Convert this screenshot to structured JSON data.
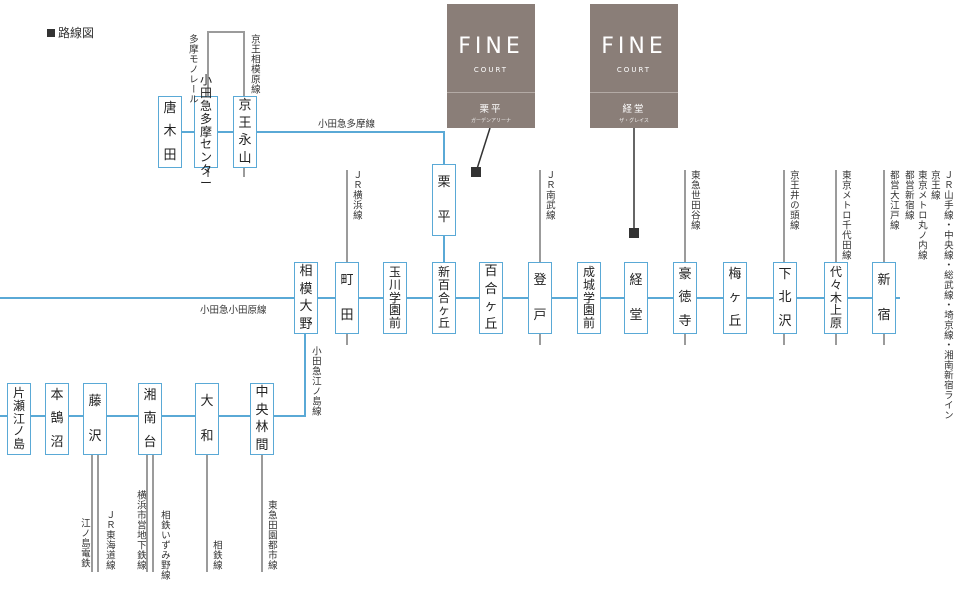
{
  "title": "路線図",
  "brands": [
    {
      "fine": "FINE",
      "court": "COURT",
      "name": "栗平",
      "sub": "ガーデンアリーナ"
    },
    {
      "fine": "FINE",
      "court": "COURT",
      "name": "経堂",
      "sub": "ザ・グレイス"
    }
  ],
  "lines": {
    "odakyu_tama": "小田急多摩線",
    "odakyu_odawara": "小田急小田原線",
    "odakyu_enoshima": "小田急江ノ島線"
  },
  "stations": {
    "karakida": "唐木田",
    "odakyu_tama_center": "小田急多摩センター",
    "keio_nagayama": "京王永山",
    "kurihira": "栗平",
    "sagami_ono": "相模大野",
    "machida": "町田",
    "tamagawagakuenmae": "玉川学園前",
    "shinyurigaoka": "新百合ヶ丘",
    "yurigaoka": "百合ヶ丘",
    "noborito": "登戸",
    "seijogakuenmae": "成城学園前",
    "kyodo": "経堂",
    "gotokuji": "豪徳寺",
    "umegaoka": "梅ヶ丘",
    "shimokitazawa": "下北沢",
    "yoyogiuehara": "代々木上原",
    "shinjuku": "新宿",
    "katase_enoshima": "片瀬江ノ島",
    "hon_kugenuma": "本鵠沼",
    "fujisawa": "藤沢",
    "shonandai": "湘南台",
    "yamato": "大和",
    "chuo_rinkan": "中央林間"
  },
  "connections": {
    "tama_monorail": "多摩モノレール",
    "keio_sagamihara": "京王相模原線",
    "jr_yokohama": "ＪＲ横浜線",
    "jr_nambu": "ＪＲ南武線",
    "tokyu_setagaya": "東急世田谷線",
    "keio_inokashira": "京王井の頭線",
    "tokyo_metro_chiyoda": "東京メトロ千代田線",
    "toei_oedo": "都営大江戸線",
    "shinjuku_group": [
      "都営新宿線",
      "東京メトロ丸ノ内線",
      "京王線",
      "ＪＲ山手線・中央線・総武線・埼京線・湘南新宿ライン"
    ],
    "enoden": "江ノ島電鉄",
    "jr_tokaido": "ＪＲ東海道線",
    "yokohama_subway": "横浜市営地下鉄線",
    "sotetsu_izumino": "相鉄いずみ野線",
    "sotetsu": "相鉄線",
    "tokyu_denentoshi": "東急田園都市線"
  },
  "colors": {
    "line": "#5aa9d6",
    "connector": "#9b9b9b",
    "brand_bg": "#8a7e78",
    "marker": "#333333"
  }
}
